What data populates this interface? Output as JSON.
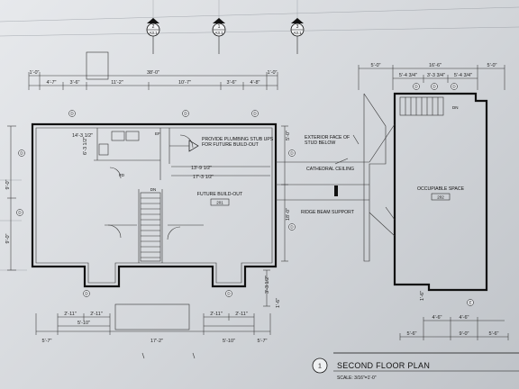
{
  "section_markers": [
    {
      "number": "2",
      "sheet": "A3.1"
    },
    {
      "number": "1",
      "sheet": "A3.1"
    },
    {
      "number": "3",
      "sheet": "A3.1"
    }
  ],
  "dimensions": {
    "top_overall": "38'-0\"",
    "top_left_end": "1'-0\"",
    "top_right_end": "1'-0\"",
    "top_row": [
      "4'-7\"",
      "3'-6\"",
      "11'-2\"",
      "10'-7\"",
      "3'-6\"",
      "4'-8\""
    ],
    "right_top_overall": "16'-6\"",
    "right_top_left": "5'-0\"",
    "right_top_right": "5'-0\"",
    "right_top_row": [
      "5'-4 3/4\"",
      "3'-3 3/4\"",
      "5'-4 3/4\""
    ],
    "left_side": [
      "9'-0\"",
      "9'-0\""
    ],
    "bottom_left": [
      "2'-11\"",
      "2'-11\""
    ],
    "bottom_left_sub": "5'-10\"",
    "bottom_left_end": "5'-7\"",
    "bottom_middle": "17'-2\"",
    "bottom_right": [
      "2'-11\"",
      "2'-11\""
    ],
    "bottom_right_sub": "5'-10\"",
    "bottom_right_end": "5'-7\"",
    "right_bottom_row": [
      "4'-6\"",
      "4'-6\""
    ],
    "right_bottom_2": [
      "5'-6\"",
      "9'-0\"",
      "5'-6\""
    ],
    "interior_a": "14'-3 1/2\"",
    "interior_b": "13'-9 1/2\"",
    "interior_c": "17'-3 1/2\"",
    "interior_d": "6'-3 1/2\"",
    "mid_vertical": "5'-0\"",
    "mid_vertical_2": "18'-0\"",
    "lower_vertical": "3'-3 1/2\"",
    "lower_vertical_2": "1'-6\"",
    "right_vertical": "1'-6\""
  },
  "notes": {
    "plumbing": "PROVIDE PLUMBING STUB UPS FOR FUTURE BUILD-OUT",
    "exterior_face": "EXTERIOR FACE OF STUD BELOW",
    "cathedral": "CATHEDRAL CEILING",
    "ridge_beam": "RIDGE BEAM SUPPORT",
    "stair_dn_left": "DN",
    "stair_dn_right": "DN",
    "ef": "EF",
    "fd": "FD"
  },
  "rooms": [
    {
      "name": "FUTURE BUILD-OUT",
      "number": "201"
    },
    {
      "name": "OCCUPIABLE SPACE",
      "number": "202"
    }
  ],
  "wall_tags": [
    "D",
    "D",
    "D",
    "D",
    "D",
    "D",
    "D",
    "D",
    "D",
    "D",
    "D",
    "D",
    "E"
  ],
  "title_block": {
    "number": "1",
    "title": "SECOND FLOOR PLAN",
    "scale": "SCALE: 3/16\"=1'-0\""
  }
}
